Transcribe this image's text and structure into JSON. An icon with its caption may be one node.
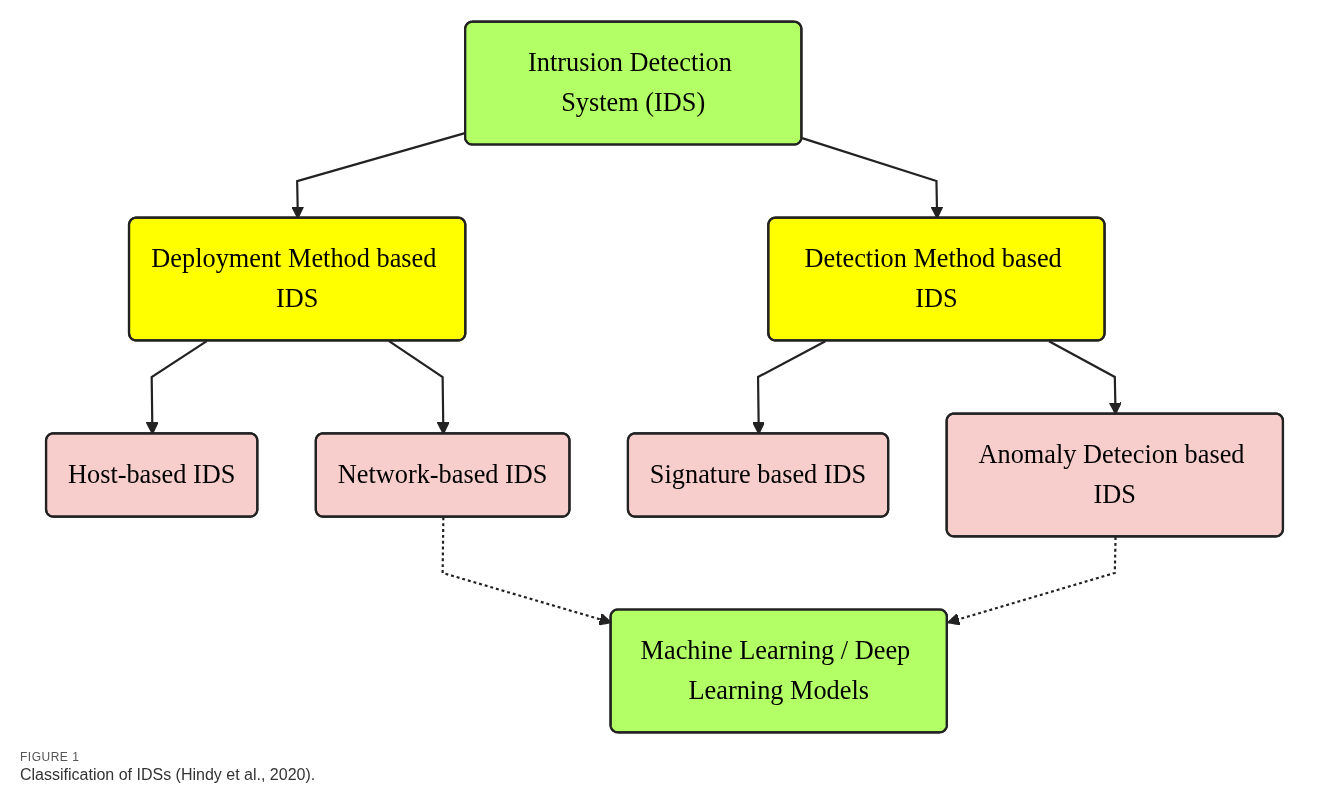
{
  "diagram": {
    "caption": "Classification of IDSs (Hindy et al., 2020).",
    "nodes": [
      {
        "text": [
          "Intrusion Detection System (IDS)"
        ]
      },
      {
        "text": [
          "Deployment Method based IDS"
        ]
      },
      {
        "text": [
          "Detection Method based IDS"
        ]
      },
      {
        "text": [
          "Host-based IDS"
        ]
      },
      {
        "text": [
          "Network-based IDS"
        ]
      },
      {
        "text": [
          "Signature based IDS"
        ]
      },
      {
        "text": [
          "Anomaly Detecion based IDS"
        ]
      },
      {
        "text": [
          "Machine Learning / Deep Learning Models"
        ]
      }
    ],
    "edges": [
      {
        "from": 0,
        "to": 1,
        "arrow": "to"
      },
      {
        "from": 0,
        "to": 2,
        "arrow": "to"
      },
      {
        "from": 1,
        "to": 3,
        "arrow": "to"
      },
      {
        "from": 1,
        "to": 4,
        "arrow": "to"
      },
      {
        "from": 2,
        "to": 5,
        "arrow": "to"
      },
      {
        "from": 2,
        "to": 6,
        "arrow": "to"
      },
      {
        "from": 4,
        "to": 7,
        "arrow": "to",
        "style": "dashed"
      },
      {
        "from": 6,
        "to": 7,
        "arrow": "to",
        "style": "dashed"
      }
    ],
    "labels": [
      "FIGURE 1"
    ]
  }
}
